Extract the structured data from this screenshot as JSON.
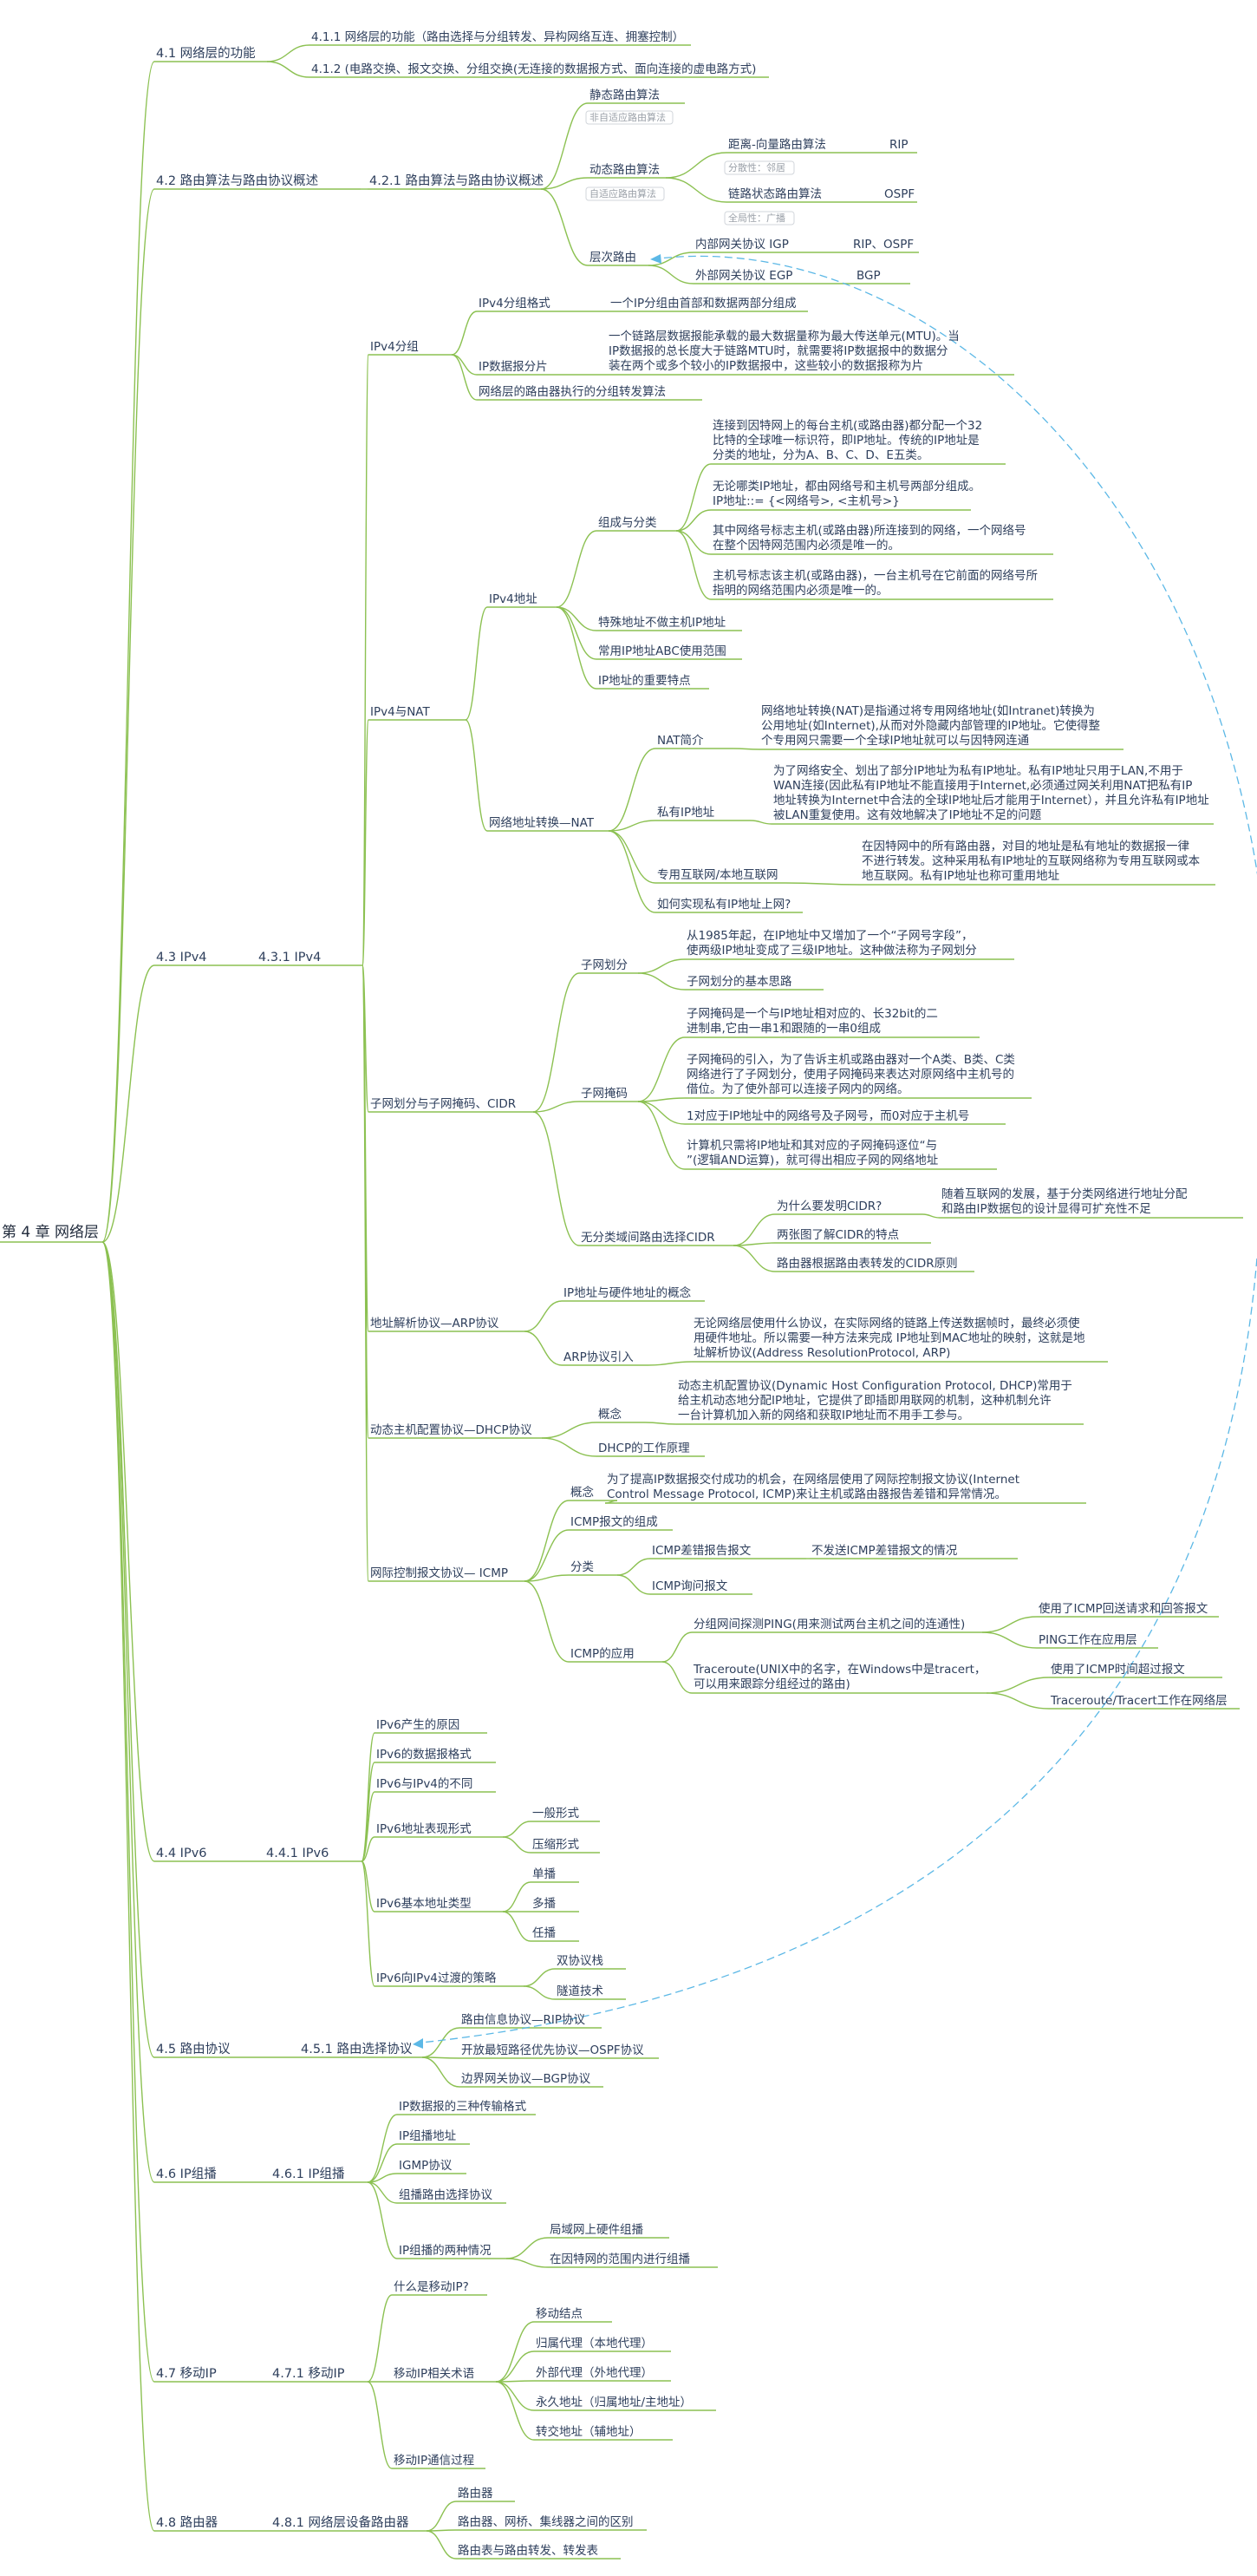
{
  "colors": {
    "branch": "#8cc152",
    "hint_box": "#d2d6db",
    "relation": "#5cb8e6",
    "text": "#2e3f5c"
  },
  "nodes": {
    "root": "第 4 章 网络层",
    "s41": "4.1 网络层的功能",
    "s411": "4.1.1 网络层的功能（路由选择与分组转发、异构网络互连、拥塞控制）",
    "s412": "4.1.2 (电路交换、报文交换、分组交换(无连接的数据报方式、面向连接的虚电路方式)",
    "s42": "4.2 路由算法与路由协议概述",
    "s421": "4.2.1 路由算法与路由协议概述",
    "static_route": "静态路由算法",
    "static_hint": "非自适应路由算法",
    "dyn_route": "动态路由算法",
    "dyn_hint": "自适应路由算法",
    "dv": "距离-向量路由算法",
    "dv_hint": "分散性：邻居",
    "rip": "RIP",
    "ls": "链路状态路由算法",
    "ls_hint": "全局性：广播",
    "ospf": "OSPF",
    "hier": "层次路由",
    "igp": "内部网关协议 IGP",
    "igp_v": "RIP、OSPF",
    "egp": "外部网关协议 EGP",
    "egp_v": "BGP",
    "s43": "4.3 IPv4",
    "s431": "4.3.1 IPv4",
    "ipv4_pkt": "IPv4分组",
    "ipv4_fmt": "IPv4分组格式",
    "ipv4_fmt_d": "一个IP分组由首部和数据两部分组成",
    "frag": "IP数据报分片",
    "frag_d1": "一个链路层数据报能承载的最大数据量称为最大传送单元(MTU)。当",
    "frag_d2": "IP数据报的总长度大于链路MTU时，就需要将IP数据报中的数据分",
    "frag_d3": "装在两个或多个较小的IP数据报中，这些较小的数据报称为片",
    "router_fwd": "网络层的路由器执行的分组转发算法",
    "ipv4nat": "IPv4与NAT",
    "ipaddr": "IPv4地址",
    "compose": "组成与分类",
    "c1_1": "连接到因特网上的每台主机(或路由器)都分配一个32",
    "c1_2": "比特的全球唯一标识符，即IP地址。传统的IP地址是",
    "c1_3": "分类的地址，分为A、B、C、D、E五类。",
    "c2_1": "无论哪类IP地址，都由网络号和主机号两部分组成。",
    "c2_2": "IP地址::= {<网络号>, <主机号>}",
    "c3_1": "其中网络号标志主机(或路由器)所连接到的网络，一个网络号",
    "c3_2": "在整个因特网范围内必须是唯一的。",
    "c4_1": "主机号标志该主机(或路由器)，一台主机号在它前面的网络号所",
    "c4_2": "指明的网络范围内必须是唯一的。",
    "special": "特殊地址不做主机IP地址",
    "abc": "常用IP地址ABC使用范围",
    "feat": "IP地址的重要特点",
    "nat": "网络地址转换—NAT",
    "nat_intro": "NAT简介",
    "nat_d1": "网络地址转换(NAT)是指通过将专用网络地址(如Intranet)转换为",
    "nat_d2": "公用地址(如Internet),从而对外隐藏内部管理的IP地址。它使得整",
    "nat_d3": "个专用网只需要一个全球IP地址就可以与因特网连通",
    "priv": "私有IP地址",
    "priv_d1": "为了网络安全、划出了部分IP地址为私有IP地址。私有IP地址只用于LAN,不用于",
    "priv_d2": "WAN连接(因此私有IP地址不能直接用于Internet,必须通过网关利用NAT把私有IP",
    "priv_d3": "地址转换为Internet中合法的全球IP地址后才能用于Internet），并且允许私有IP地址",
    "priv_d4": "被LAN重复使用。这有效地解决了IP地址不足的问题",
    "pnet": "专用互联网/本地互联网",
    "pnet_d1": "在因特网中的所有路由器，对目的地址是私有地址的数据报一律",
    "pnet_d2": "不进行转发。这种采用私有IP地址的互联网络称为专用互联网或本",
    "pnet_d3": "地互联网。私有IP地址也称可重用地址",
    "howpriv": "如何实现私有IP地址上网?",
    "subnet_cidr": "子网划分与子网掩码、CIDR",
    "subnet": "子网划分",
    "sub_d1": "从1985年起，在IP地址中又增加了一个“子网号字段”，",
    "sub_d2": "使两级IP地址变成了三级IP地址。这种做法称为子网划分",
    "sub_idea": "子网划分的基本思路",
    "mask": "子网掩码",
    "mask_d1a": "子网掩码是一个与IP地址相对应的、长32bit的二",
    "mask_d1b": "进制串,它由一串1和跟随的一串0组成",
    "mask_d2a": "子网掩码的引入，为了告诉主机或路由器对一个A类、B类、C类",
    "mask_d2b": "网络进行了子网划分，使用子网掩码来表达对原网络中主机号的",
    "mask_d2c": "借位。为了使外部可以连接子网内的网络。",
    "mask_d3": "1对应于IP地址中的网络号及子网号，而0对应于主机号",
    "mask_d4a": "计算机只需将IP地址和其对应的子网掩码逐位“与",
    "mask_d4b": "”(逻辑AND运算)，就可得出相应子网的网络地址",
    "cidr": "无分类域间路由选择CIDR",
    "why_cidr": "为什么要发明CIDR?",
    "why_cidr_d1": "随着互联网的发展，基于分类网络进行地址分配",
    "why_cidr_d2": "和路由IP数据包的设计显得可扩充性不足",
    "cidr_feat": "两张图了解CIDR的特点",
    "cidr_rule": "路由器根据路由表转发的CIDR原则",
    "arp": "地址解析协议—ARP协议",
    "arp_c": "IP地址与硬件地址的概念",
    "arp_i": "ARP协议引入",
    "arp_d1": "无论网络层使用什么协议，在实际网络的链路上传送数据帧时，最终必须使",
    "arp_d2": "用硬件地址。所以需要一种方法来完成 IP地址到MAC地址的映射，这就是地",
    "arp_d3": "址解析协议(Address ResolutionProtocol, ARP)",
    "dhcp": "动态主机配置协议—DHCP协议",
    "dhcp_c": "概念",
    "dhcp_d1": "动态主机配置协议(Dynamic Host Configuration Protocol, DHCP)常用于",
    "dhcp_d2": "给主机动态地分配IP地址，它提供了即插即用联网的机制，这种机制允许",
    "dhcp_d3": "一台计算机加入新的网络和获取IP地址而不用手工参与。",
    "dhcp_w": "DHCP的工作原理",
    "icmp": "网际控制报文协议— ICMP",
    "icmp_c": "概念",
    "icmp_d1": "为了提高IP数据报交付成功的机会，在网络层使用了网际控制报文协议(Internet",
    "icmp_d2": "Control Message Protocol, ICMP)来让主机或路由器报告差错和异常情况。",
    "icmp_comp": "ICMP报文的组成",
    "icmp_cls": "分类",
    "icmp_err": "ICMP差错报告报文",
    "icmp_noerr": "不发送ICMP差错报文的情况",
    "icmp_q": "ICMP询问报文",
    "icmp_app": "ICMP的应用",
    "ping": "分组网间探测PING(用来测试两台主机之间的连通性)",
    "ping_1": "使用了ICMP回送请求和回答报文",
    "ping_2": "PING工作在应用层",
    "tr1": "Traceroute(UNIX中的名字，在Windows中是tracert，",
    "tr2": "可以用来跟踪分组经过的路由)",
    "tr_1": "使用了ICMP时间超过报文",
    "tr_2": "Traceroute/Tracert工作在网络层",
    "s44": "4.4 IPv6",
    "s441": "4.4.1 IPv6",
    "v6_why": "IPv6产生的原因",
    "v6_fmt": "IPv6的数据报格式",
    "v6_diff": "IPv6与IPv4的不同",
    "v6_rep": "IPv6地址表现形式",
    "v6_gen": "一般形式",
    "v6_comp": "压缩形式",
    "v6_types": "IPv6基本地址类型",
    "uni": "单播",
    "multi": "多播",
    "any": "任播",
    "v6_tr": "IPv6向IPv4过渡的策略",
    "dual": "双协议栈",
    "tunnel": "隧道技术",
    "s45": "4.5 路由协议",
    "s451": "4.5.1 路由选择协议",
    "p_rip": "路由信息协议—RIP协议",
    "p_ospf": "开放最短路径优先协议—OSPF协议",
    "p_bgp": "边界网关协议—BGP协议",
    "s46": "4.6 IP组播",
    "s461": "4.6.1 IP组播",
    "mc_3": "IP数据报的三种传输格式",
    "mc_addr": "IP组播地址",
    "igmp": "IGMP协议",
    "mc_algo": "组播路由选择协议",
    "mc_two": "IP组播的两种情况",
    "mc_lan": "局域网上硬件组播",
    "mc_inet": "在因特网的范围内进行组播",
    "s47": "4.7 移动IP",
    "s471": "4.7.1 移动IP",
    "mip_what": "什么是移动IP?",
    "mip_terms": "移动IP相关术语",
    "mnode": "移动结点",
    "home_agent": "归属代理（本地代理）",
    "foreign_agent": "外部代理（外地代理）",
    "perm_addr": "永久地址（归属地址/主地址）",
    "coa": "转交地址（辅地址）",
    "mip_comm": "移动IP通信过程",
    "s48": "4.8 路由器",
    "s481": "4.8.1 网络层设备路由器",
    "rt": "路由器",
    "rt_diff": "路由器、网桥、集线器之间的区别",
    "rt_tbl": "路由表与路由转发、转发表"
  }
}
